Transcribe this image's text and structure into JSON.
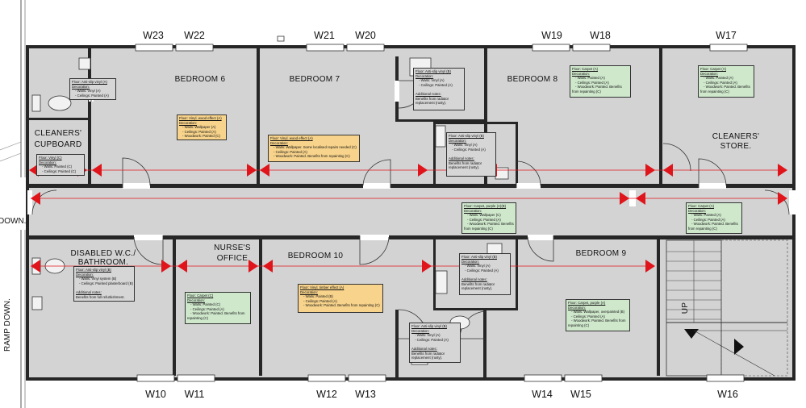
{
  "rooms": {
    "bedroom_6": "BEDROOM 6",
    "bedroom_7": "BEDROOM 7",
    "bedroom_8": "BEDROOM 8",
    "bedroom_9": "BEDROOM 9",
    "bedroom_10": "BEDROOM 10",
    "cleaners_cupboard_1": "CLEANERS'",
    "cleaners_cupboard_2": "CUPBOARD",
    "cleaners_store_1": "CLEANERS'",
    "cleaners_store_2": "STORE.",
    "disabled_wc_1": "DISABLED W.C./",
    "disabled_wc_2": "BATHROOM.",
    "nurses_office_1": "NURSE'S",
    "nurses_office_2": "OFFICE",
    "stair_up": "UP"
  },
  "side_labels": {
    "ramp_down": "RAMP DOWN.",
    "down": "DOWN."
  },
  "windows": {
    "top": [
      "W23",
      "W22",
      "W21",
      "W20",
      "W19",
      "W18",
      "W17"
    ],
    "bottom": [
      "W10",
      "W11",
      "W12",
      "W13",
      "W14",
      "W15",
      "W16"
    ]
  },
  "notes": [
    {
      "id": "note-wc-top",
      "color": "grey",
      "lines": [
        "Floor: Anti-slip vinyl (A)",
        "Decoration:",
        "- Walls: Vinyl (A)",
        "- Ceilings: Painted (A)"
      ]
    },
    {
      "id": "note-bedroom-6",
      "color": "orange",
      "lines": [
        "Floor: Vinyl, wood effect (A)",
        "Decoration:",
        "- Walls: Wallpaper (A)",
        "- Ceilings: Painted (A)",
        "- Woodwork: Painted (C)"
      ]
    },
    {
      "id": "note-cleaners-cupboard",
      "color": "grey",
      "lines": [
        "Floor: Vinyl (C)",
        "Decoration:",
        "- Walls: Painted (C)",
        "- Ceilings: Painted (C)"
      ]
    },
    {
      "id": "note-bedroom-7",
      "color": "orange",
      "lines": [
        "Floor: Vinyl, wood effect (A)",
        "Decoration:",
        "- Walls: Wallpaper. Some localised repairs needed (C)",
        "- Ceilings: Painted (A)",
        "- Woodwork: Painted. Benefits from repainting (C)"
      ]
    },
    {
      "id": "note-ensuite-7",
      "color": "grey",
      "lines": [
        "Floor: Anti-slip vinyl (B)",
        "Decoration:",
        "- Walls: Vinyl (A)",
        "- Ceilings: Painted (A)",
        "",
        "Additional notes:",
        "Benefits from radiator",
        "replacement (rusty)."
      ]
    },
    {
      "id": "note-ensuite-8",
      "color": "grey",
      "lines": [
        "Floor: Anti-slip vinyl (B)",
        "Decoration:",
        "- Walls: Vinyl (A)",
        "- Ceilings: Painted (A)",
        "",
        "Additional notes:",
        "Benefits from radiator",
        "replacement (rusty)."
      ]
    },
    {
      "id": "note-bedroom-8",
      "color": "green",
      "lines": [
        "Floor: Carpet (A)",
        "Decoration:",
        "- Walls: Painted (A)",
        "- Ceilings: Painted (A)",
        "- Woodwork: Painted. Benefits",
        "from repainting (C)"
      ]
    },
    {
      "id": "note-cleaners-store",
      "color": "green",
      "lines": [
        "Floor: Carpet (A)",
        "Decoration:",
        "- Walls: Painted (A)",
        "- Ceilings: Painted (A)",
        "- Woodwork: Painted. Benefits",
        "from repainting (C)"
      ]
    },
    {
      "id": "note-corridor-west",
      "color": "green",
      "lines": [
        "Floor: Carpet, purple (A)(B)",
        "Decoration:",
        "- Walls: Wallpaper (C)",
        "- Ceilings: Painted (A)",
        "- Woodwork: Painted. Benefits",
        "from repainting (C)"
      ]
    },
    {
      "id": "note-corridor-east",
      "color": "green",
      "lines": [
        "Floor: Carpet (A)",
        "Decoration:",
        "- Walls: Painted (A)",
        "- Ceilings: Painted (A)",
        "- Woodwork: Painted. Benefits",
        "from repainting (C)"
      ]
    },
    {
      "id": "note-disabled-wc",
      "color": "grey",
      "lines": [
        "Floor: Anti-slip vinyl (B)",
        "Decoration:",
        "- Walls: Vinyl system (B)",
        "- Ceilings: Painted plasterboard (B)",
        "",
        "Additional notes:",
        "Benefits from full refurbishment."
      ]
    },
    {
      "id": "note-nurses-office",
      "color": "green",
      "lines": [
        "Floor: Carpet (C)",
        "Decoration:",
        "- Walls: Painted (C)",
        "- Ceilings: Painted (A)",
        "- Woodwork: Painted. Benefits from",
        "repainting (C)"
      ]
    },
    {
      "id": "note-bedroom-10",
      "color": "orange",
      "lines": [
        "Floor: Vinyl, timber effect (A)",
        "Decoration:",
        "- Walls: Painted (B)",
        "- Ceilings: Painted (A)",
        "- Woodwork: Painted. Benefits from repainting (C)"
      ]
    },
    {
      "id": "note-ensuite-9",
      "color": "grey",
      "lines": [
        "Floor: Anti-slip vinyl (B)",
        "Decoration:",
        "- Walls: Vinyl (A)",
        "- Ceilings: Painted (A)",
        "",
        "Additional notes:",
        "Benefits from radiator",
        "replacement (rusty)."
      ]
    },
    {
      "id": "note-ensuite-10",
      "color": "grey",
      "lines": [
        "Floor: Anti-slip vinyl (B)",
        "Decoration:",
        "- Walls: Vinyl (A)",
        "- Ceilings: Painted (A)",
        "",
        "Additional notes:",
        "Benefits from radiator",
        "replacement (rusty)."
      ]
    },
    {
      "id": "note-bedroom-9",
      "color": "green",
      "lines": [
        "Floor: Carpet, purple (A)",
        "Decoration:",
        "- Walls: Wallpaper, overpainted (B)",
        "- Ceilings: Painted (A)",
        "- Woodwork: Painted. Benefits from",
        "repainting (C)"
      ]
    }
  ],
  "colors": {
    "room_fill": "#d3d3d3",
    "wall": "#262626",
    "dimension": "#e0141b",
    "note_grey": "#d6d6d6",
    "note_orange": "#f7d38b",
    "note_green": "#cfe8cc"
  }
}
